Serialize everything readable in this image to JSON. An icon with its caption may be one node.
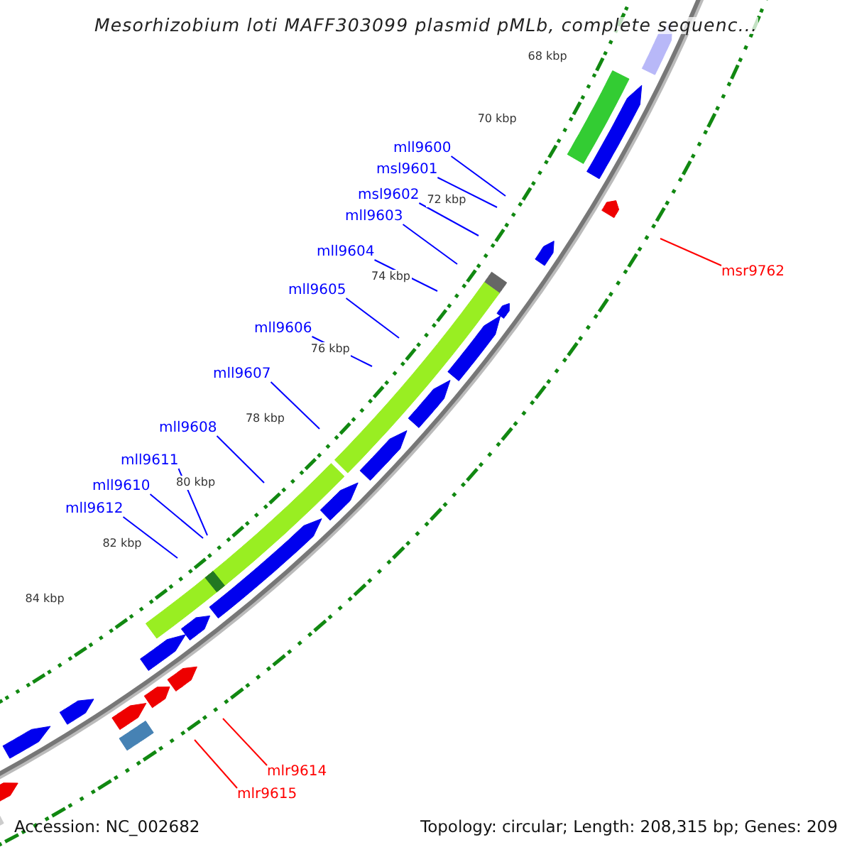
{
  "diagram": {
    "title": "Mesorhizobium loti MAFF303099 plasmid pMLb, complete sequenc...",
    "nodes": [
      {
        "text": [
          "mll9600"
        ]
      },
      {
        "text": [
          "msl9601"
        ]
      },
      {
        "text": [
          "msl9602"
        ]
      },
      {
        "text": [
          "mll9603"
        ]
      },
      {
        "text": [
          "mll9604"
        ]
      },
      {
        "text": [
          "msr9762"
        ]
      },
      {
        "text": [
          "mll9605"
        ]
      },
      {
        "text": [
          "mll9606"
        ]
      },
      {
        "text": [
          "mll9607"
        ]
      },
      {
        "text": [
          "mll9608"
        ]
      },
      {
        "text": [
          "mll9611"
        ]
      },
      {
        "text": [
          "mll9610"
        ]
      },
      {
        "text": [
          "mll9612"
        ]
      },
      {
        "text": [
          "mlr9614"
        ]
      },
      {
        "text": [
          "mlr9615"
        ]
      }
    ],
    "edges": [
      {
        "from": 0,
        "to": null,
        "arrow": "none"
      },
      {
        "from": 1,
        "to": null,
        "arrow": "none"
      },
      {
        "from": 2,
        "to": null,
        "arrow": "none"
      },
      {
        "from": 3,
        "to": null,
        "arrow": "none"
      },
      {
        "from": 4,
        "to": null,
        "arrow": "none"
      },
      {
        "from": 5,
        "to": null,
        "arrow": "none",
        "color": "#ff0000"
      },
      {
        "from": 6,
        "to": null,
        "arrow": "none"
      },
      {
        "from": 7,
        "to": null,
        "arrow": "none"
      },
      {
        "from": 8,
        "to": null,
        "arrow": "none"
      },
      {
        "from": 9,
        "to": null,
        "arrow": "none"
      },
      {
        "from": 10,
        "to": null,
        "arrow": "none"
      },
      {
        "from": 11,
        "to": null,
        "arrow": "none"
      },
      {
        "from": 12,
        "to": null,
        "arrow": "none"
      },
      {
        "from": 13,
        "to": null,
        "arrow": "none",
        "color": "#ff0000"
      },
      {
        "from": 14,
        "to": null,
        "arrow": "none",
        "color": "#ff0000"
      }
    ],
    "labels": [
      "68 kbp",
      "70 kbp",
      "72 kbp",
      "74 kbp",
      "76 kbp",
      "78 kbp",
      "80 kbp",
      "82 kbp",
      "84 kbp",
      "Accession: NC_002682",
      "Topology: circular; Length: 208,315 bp; Genes: 209"
    ]
  }
}
